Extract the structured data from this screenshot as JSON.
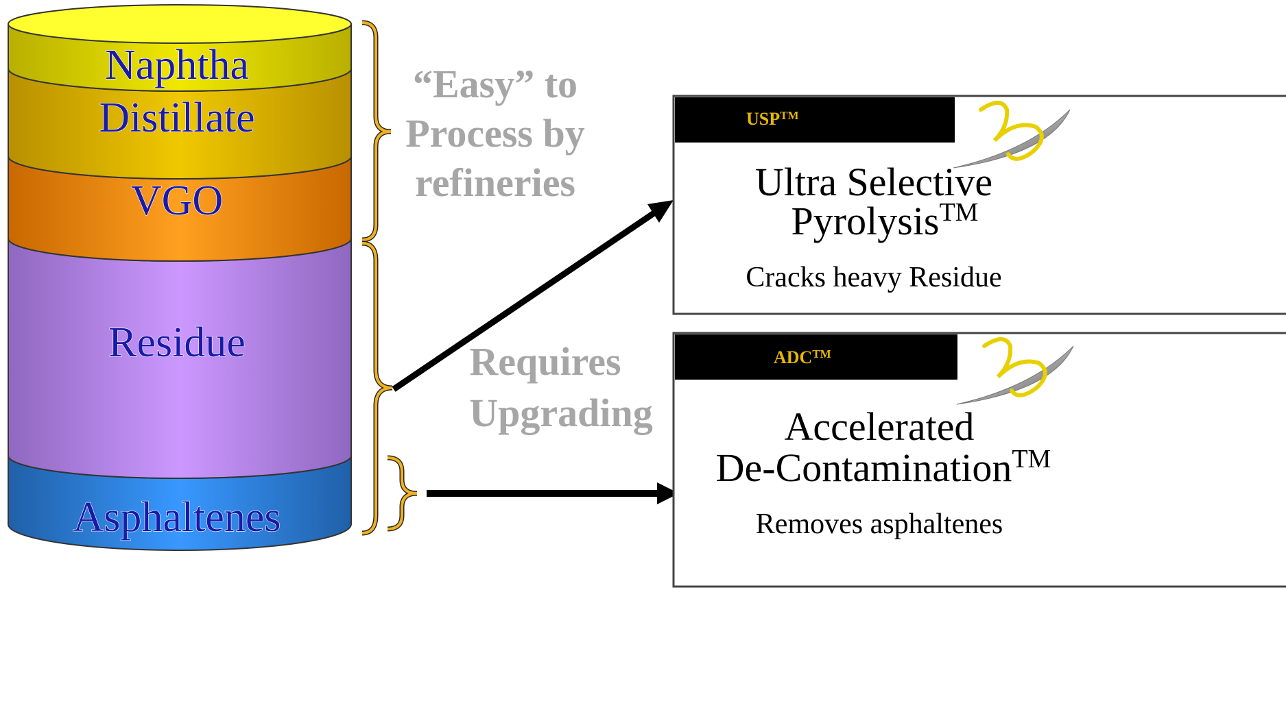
{
  "layers": {
    "naphtha": "Naphtha",
    "distillate": "Distillate",
    "vgo": "VGO",
    "residue": "Residue",
    "asphaltenes": "Asphaltenes"
  },
  "side_labels": {
    "easy_line1": "“Easy” to",
    "easy_line2": "Process by",
    "easy_line3": "refineries",
    "requires_line1": "Requires",
    "requires_line2": "Upgrading"
  },
  "boxes": {
    "usp": {
      "title": "USP",
      "title_tm": "TM",
      "main_line1": "Ultra Selective",
      "main_line2": "Pyrolysis",
      "main_line2_tm": "TM",
      "sub": "Cracks heavy Residue"
    },
    "adc": {
      "title": "ADC",
      "title_tm": "TM",
      "main_line1": "Accelerated",
      "main_line2": "De-Contamination",
      "main_line2_tm": "TM",
      "sub": "Removes asphaltenes"
    }
  },
  "colors": {
    "naphtha": "#e8e000",
    "distillate": "#e0b800",
    "vgo": "#f09010",
    "residue": "#c08ae8",
    "asphaltenes": "#3090e8",
    "brace": "#f0b020",
    "side_text": "#a6a6a6",
    "layer_text": "#1a1aa8",
    "box_title_text": "#e6b800"
  }
}
